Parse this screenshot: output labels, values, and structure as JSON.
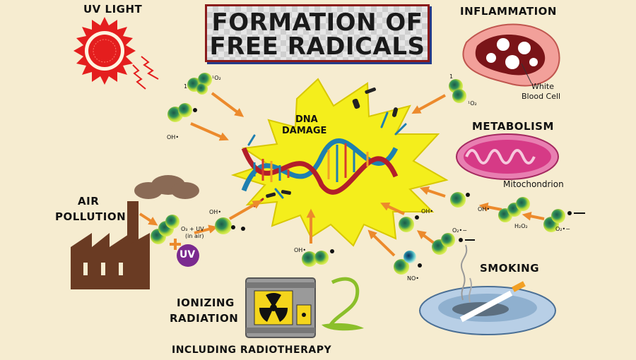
{
  "title": {
    "line1": "FORMATION OF",
    "line2": "FREE RADICALS"
  },
  "center": {
    "line1": "DNA",
    "line2": "DAMAGE"
  },
  "sources": {
    "uv": "UV LIGHT",
    "inflammation": "INFLAMMATION",
    "white_blood_cell": {
      "line1": "White",
      "line2": "Blood Cell"
    },
    "metabolism": "METABOLISM",
    "mitochondrion": "Mitochondrion",
    "air_pollution": {
      "line1": "AIR",
      "line2": "POLLUTION"
    },
    "smoking": "SMOKING",
    "ionizing": {
      "line1": "IONIZING",
      "line2": "RADIATION"
    },
    "radiotherapy": "INCLUDING RADIOTHERAPY"
  },
  "molecules": {
    "uv_singlet_pre": "1",
    "uv_singlet": "¹O₂",
    "uv_oh": "OH•",
    "infl_1": "1",
    "infl_o2": "¹O₂",
    "air_oh": "OH•",
    "ozone": {
      "line1": "O₃ + UV",
      "line2": "(in air)"
    },
    "uv_badge": "UV",
    "ionizing_oh": "OH•",
    "smoke_no": "NO•",
    "smoke_o2": "O₂•−",
    "smoke_oh": "OH•",
    "metab_oh": "OH•",
    "metab_h2o2": "H₂O₂",
    "metab_o2": "O₂•−"
  },
  "colors": {
    "background": "#f6ecd0",
    "arrow": "#ec8a2c",
    "burst": "#f4ee1c",
    "sun": "#e41e1e",
    "molecule": "#a2cd2a",
    "molecule_core": "#1d6a4b",
    "factory": "#6a3b23",
    "uv_badge": "#7b2a8f",
    "mitochondrion": "#d63a86"
  }
}
